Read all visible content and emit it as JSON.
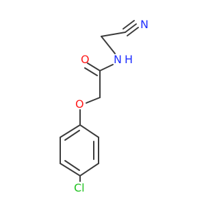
{
  "molecule": {
    "atoms": {
      "nitrile_n": "N",
      "amide_o": "O",
      "amide_n": "N",
      "amide_h": "H",
      "ether_o": "O",
      "chlorine": "Cl"
    },
    "colors": {
      "bond": "#3b3b3b",
      "nitrogen": "#1f2fff",
      "oxygen": "#ff1a1a",
      "chlorine": "#22c322"
    }
  }
}
